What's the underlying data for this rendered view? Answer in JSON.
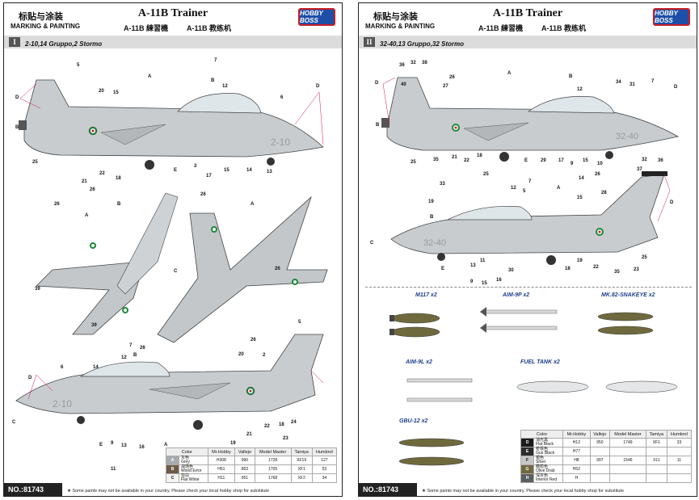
{
  "sheet1": {
    "header_cn": "标贴与涂装",
    "header_en": "MARKING & PAINTING",
    "title": "A-11B Trainer",
    "subtitle_a": "A-11B 練習機",
    "subtitle_b": "A-11B 教练机",
    "logo": "HOBBY BOSS",
    "roman": "I",
    "scheme": "2-10,14 Gruppo,2 Stormo",
    "product_no": "NO.:81743",
    "footnote": "★ Some paints may not be available in your country. Please check your local hobby shop for substitute",
    "legend": {
      "headers": [
        "Color",
        "Mr.Hobby",
        "Vallejo",
        "Model Master",
        "Tamiya",
        "Humbrol"
      ],
      "rows": [
        {
          "code": "A",
          "swatch": "#a9acae",
          "cn": "灰色",
          "en": "Grey",
          "mrhobby": "H308",
          "vallejo": "990",
          "modelmaster": "1728",
          "tamiya": "XF19",
          "humbrol": "127"
        },
        {
          "code": "B",
          "swatch": "#6e5a46",
          "cn": "战场色",
          "en": "World Error",
          "mrhobby": "H51",
          "vallejo": "863",
          "modelmaster": "1705",
          "tamiya": "XF1",
          "humbrol": "53"
        },
        {
          "code": "C",
          "swatch": "#f3f3f0",
          "cn": "亚白",
          "en": "Flat White",
          "mrhobby": "H11",
          "vallejo": "951",
          "modelmaster": "1768",
          "tamiya": "XF2",
          "humbrol": "34"
        }
      ]
    }
  },
  "sheet2": {
    "header_cn": "标贴与涂装",
    "header_en": "MARKING & PAINTING",
    "title": "A-11B Trainer",
    "subtitle_a": "A-11B 練習機",
    "subtitle_b": "A-11B 教练机",
    "logo": "HOBBY BOSS",
    "roman": "II",
    "scheme": "32-40,13 Gruppo,32 Stormo",
    "product_no": "NO.:81743",
    "footnote": "★ Some paints may not be available in your country. Please check your local hobby shop for substitute",
    "weapons": {
      "m117": "M117 x2",
      "aim9p": "AIM-9P x2",
      "mk82": "MK.82-SNAKEYE x2",
      "aim9l": "AIM-9L x2",
      "fueltank": "FUEL TANK x2",
      "gbu12": "GBU-12 x2"
    },
    "legend": {
      "headers": [
        "Color",
        "Mr.Hobby",
        "Vallejo",
        "Model Master",
        "Tamiya",
        "Humbrol"
      ],
      "rows": [
        {
          "code": "D",
          "swatch": "#1b1b1b",
          "cn": "消光黑",
          "en": "Flat Black",
          "mrhobby": "H12",
          "vallejo": "950",
          "modelmaster": "1749",
          "tamiya": "XF1",
          "humbrol": "33"
        },
        {
          "code": "E",
          "swatch": "#2b2d2c",
          "cn": "枪铁色",
          "en": "Gun Black",
          "mrhobby": "H77",
          "vallejo": "",
          "modelmaster": "",
          "tamiya": "",
          "humbrol": ""
        },
        {
          "code": "F",
          "swatch": "#c5c7c9",
          "cn": "银色",
          "en": "Silver",
          "mrhobby": "H8",
          "vallejo": "997",
          "modelmaster": "1546",
          "tamiya": "X11",
          "humbrol": "11"
        },
        {
          "code": "G",
          "swatch": "#6f6a3e",
          "cn": "橄榄色",
          "en": "Olive Drab",
          "mrhobby": "H52",
          "vallejo": "",
          "modelmaster": "",
          "tamiya": "",
          "humbrol": ""
        },
        {
          "code": "H",
          "swatch": "#5b5f63",
          "cn": "深灰色",
          "en": "Interior Red",
          "mrhobby": "H",
          "vallejo": "",
          "modelmaster": "",
          "tamiya": "",
          "humbrol": ""
        }
      ]
    }
  }
}
